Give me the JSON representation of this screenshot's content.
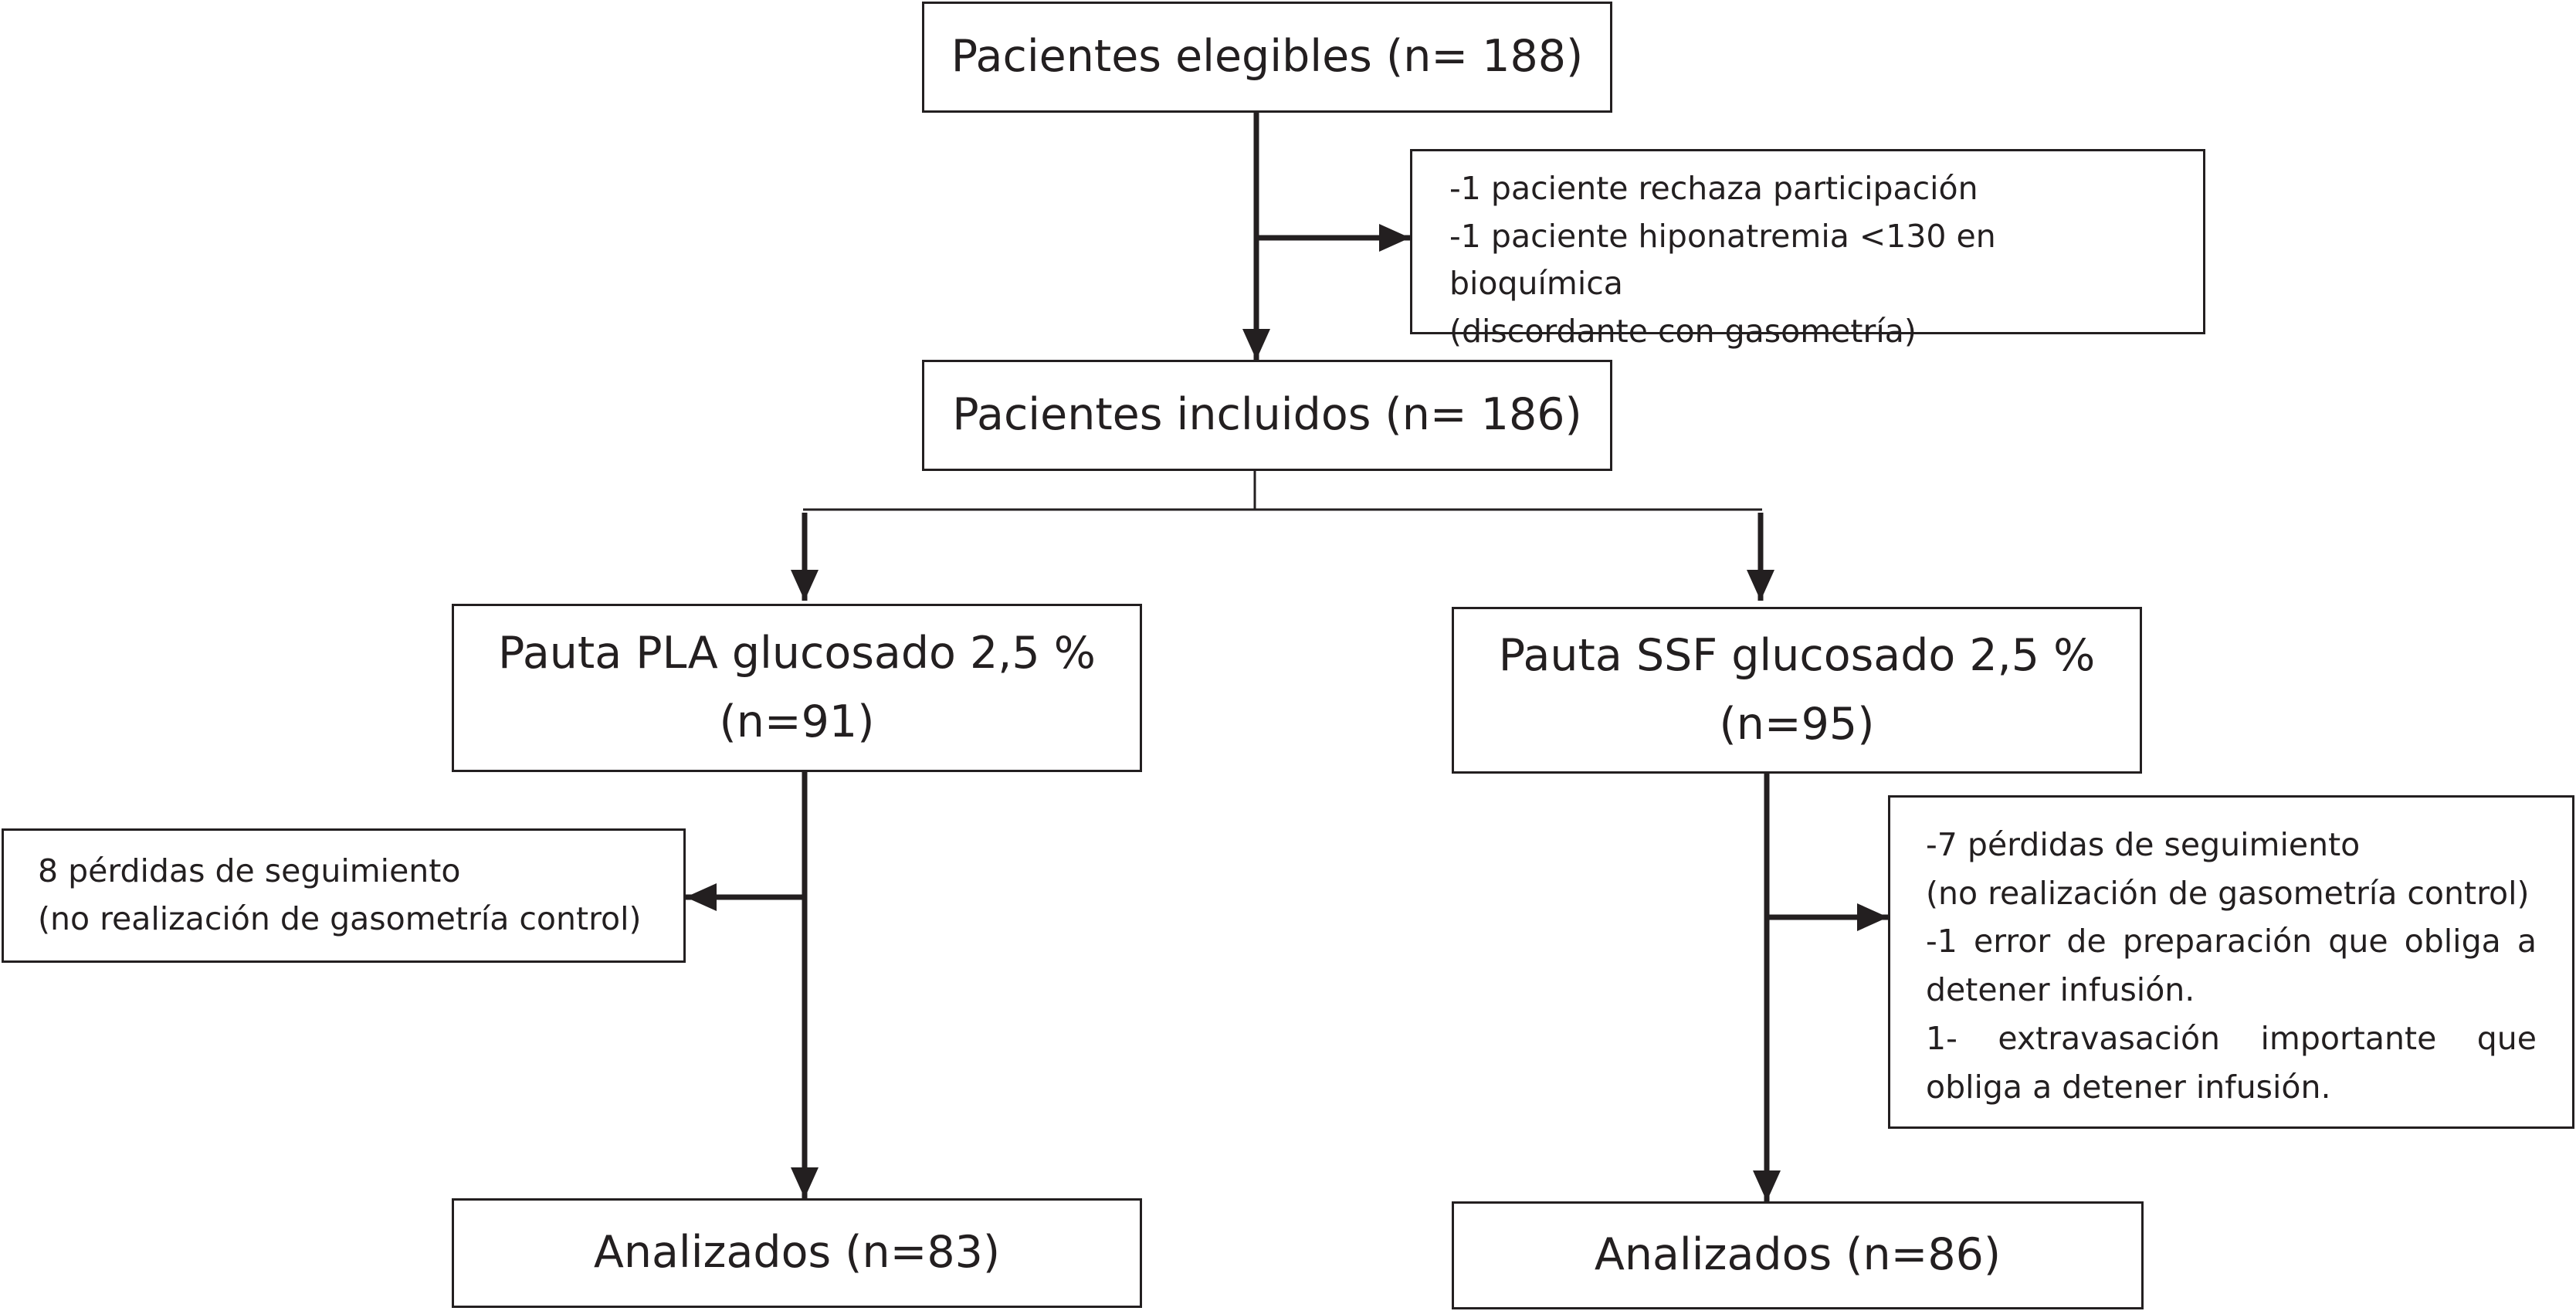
{
  "diagram": {
    "eligible": "Pacientes elegibles (n= 188)",
    "excluded_1": "-1 paciente rechaza participación",
    "excluded_2": "-1 paciente hiponatremia <130 en bioquímica",
    "excluded_3": "(discordante con gasometría)",
    "included": "Pacientes incluidos (n= 186)",
    "left_arm": {
      "title": "Pauta PLA glucosado 2,5 %",
      "n": "(n=91)",
      "loss_1": "8 pérdidas de seguimiento",
      "loss_2": "(no realización de gasometría control)",
      "analyzed": "Analizados (n=83)"
    },
    "right_arm": {
      "title": "Pauta SSF glucosado 2,5 %",
      "n": "(n=95)",
      "loss_1": "-7 pérdidas de seguimiento",
      "loss_2": "(no realización de gasometría control)",
      "loss_3": "-1 error de preparación que obliga a",
      "loss_4": "detener infusión.",
      "loss_5": "1- extravasación importante que",
      "loss_6": "obliga a detener infusión.",
      "analyzed": "Analizados (n=86)"
    }
  }
}
